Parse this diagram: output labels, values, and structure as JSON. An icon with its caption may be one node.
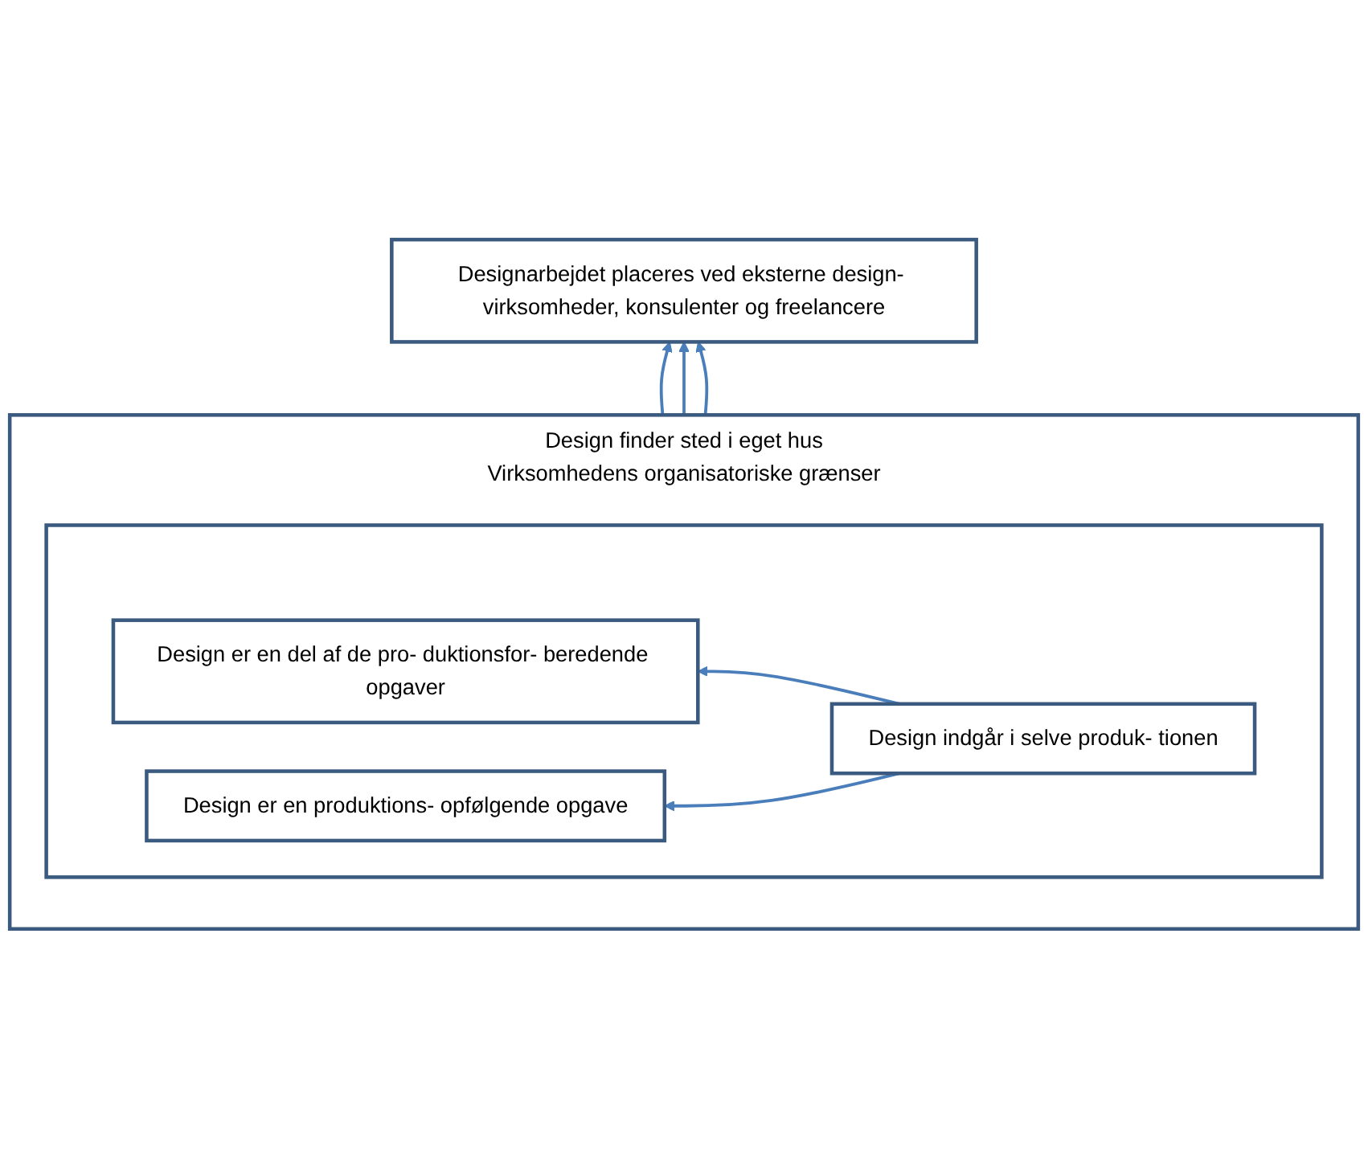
{
  "diagram": {
    "nodes": [
      {
        "text": [
          "Designarbejdet placeres ved eksterne design- virksomheder, konsulenter og freelancere"
        ]
      },
      {
        "text": [
          "Design finder sted i eget hus",
          "Virksomhedens organisatoriske grænser"
        ]
      },
      {
        "text": [],
        "shape": "box",
        "in": 1
      },
      {
        "text": [
          "Design er en del af de pro- duktionsfor- beredende opgaver"
        ],
        "in": 2
      },
      {
        "text": [
          "Design indgår i selve produk- tionen"
        ],
        "in": 2
      },
      {
        "text": [
          "Design er en produktions- opfølgende opgave"
        ],
        "in": 2
      }
    ],
    "edges": [
      {
        "from": 1,
        "to": 0,
        "arrow": "to"
      },
      {
        "from": 1,
        "to": 0,
        "arrow": "to"
      },
      {
        "from": 1,
        "to": 0,
        "arrow": "to"
      },
      {
        "from": 4,
        "to": 3,
        "arrow": "to"
      },
      {
        "from": 4,
        "to": 5,
        "arrow": "to"
      }
    ]
  }
}
